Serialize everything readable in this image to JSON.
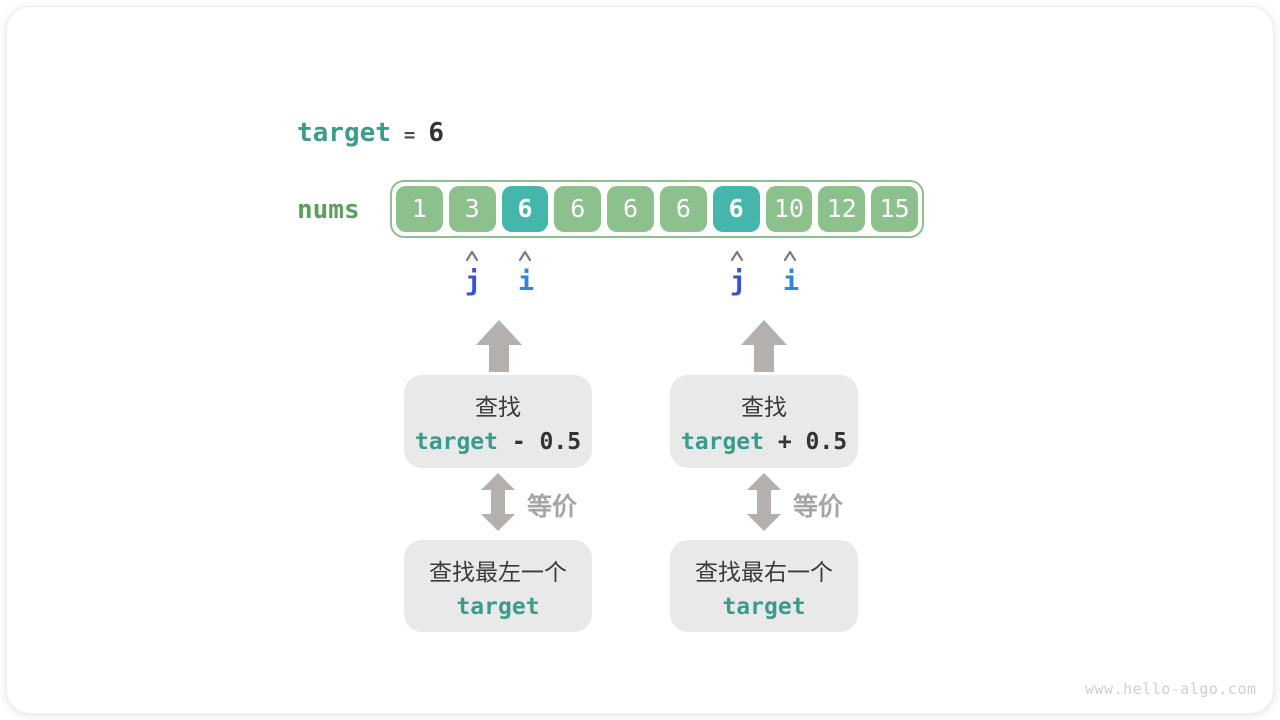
{
  "title": {
    "var": "target",
    "op": "=",
    "value": "6"
  },
  "array": {
    "label": "nums",
    "cells": [
      {
        "value": "1",
        "highlight": false
      },
      {
        "value": "3",
        "highlight": false
      },
      {
        "value": "6",
        "highlight": true
      },
      {
        "value": "6",
        "highlight": false
      },
      {
        "value": "6",
        "highlight": false
      },
      {
        "value": "6",
        "highlight": false
      },
      {
        "value": "6",
        "highlight": true
      },
      {
        "value": "10",
        "highlight": false
      },
      {
        "value": "12",
        "highlight": false
      },
      {
        "value": "15",
        "highlight": false
      }
    ]
  },
  "pointers": {
    "left": {
      "j": {
        "label": "j",
        "cell_index": 1
      },
      "i": {
        "label": "i",
        "cell_index": 2
      }
    },
    "right": {
      "j": {
        "label": "j",
        "cell_index": 6
      },
      "i": {
        "label": "i",
        "cell_index": 7
      }
    }
  },
  "columns": [
    {
      "search_line1": "查找",
      "expr_var": "target",
      "expr_rest": " - 0.5",
      "equiv_label": "等价",
      "result_line1": "查找最左一个",
      "result_var": "target"
    },
    {
      "search_line1": "查找",
      "expr_var": "target",
      "expr_rest": " + 0.5",
      "equiv_label": "等价",
      "result_line1": "查找最右一个",
      "result_var": "target"
    }
  ],
  "watermark": "www.hello-algo.com",
  "colors": {
    "cell_green": "#8cc08c",
    "cell_teal": "#45b6ac",
    "teal_text": "#3a9c8d",
    "nums_green": "#5aa05a",
    "j_blue": "#3a51d2",
    "i_blue": "#2b87d8",
    "arrow_gray": "#b4b0ad",
    "box_gray": "#e9e9e9",
    "equiv_gray": "#a5a5a5",
    "watermark_gray": "#cfcfcf"
  }
}
